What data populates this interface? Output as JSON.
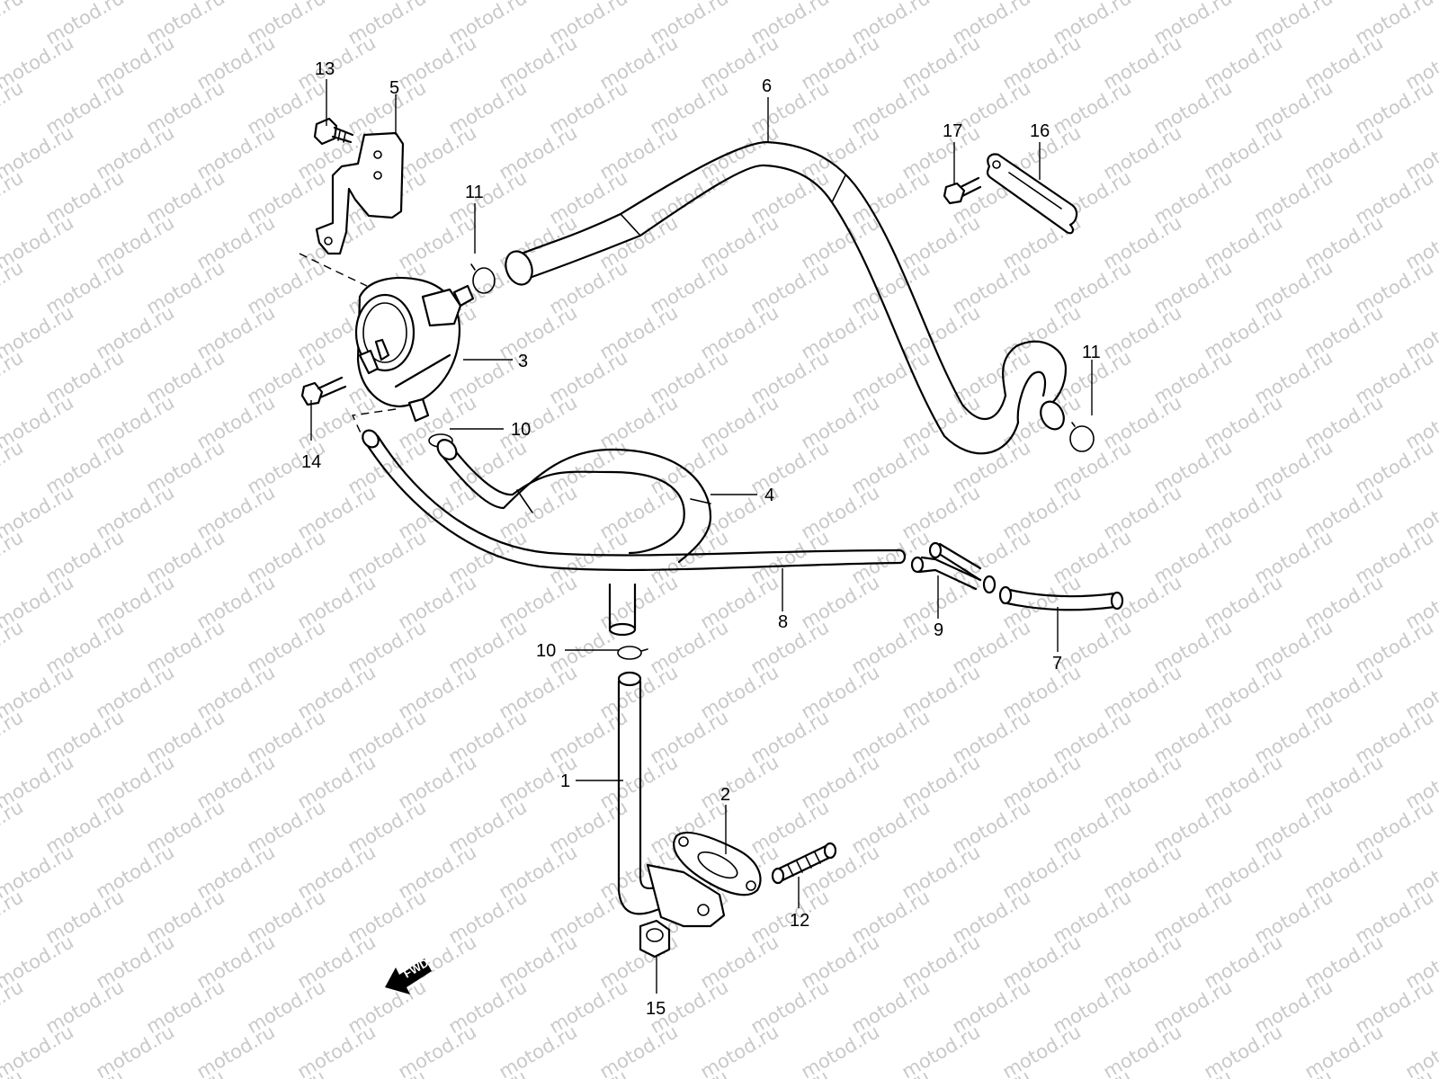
{
  "watermark": "motod.ru",
  "forward_label": "FWD",
  "callouts": {
    "c1": "1",
    "c2": "2",
    "c3": "3",
    "c4": "4",
    "c5": "5",
    "c6": "6",
    "c7": "7",
    "c8": "8",
    "c9": "9",
    "c10a": "10",
    "c10b": "10",
    "c11a": "11",
    "c11b": "11",
    "c12": "12",
    "c13": "13",
    "c14": "14",
    "c15": "15",
    "c16": "16",
    "c17": "17"
  }
}
